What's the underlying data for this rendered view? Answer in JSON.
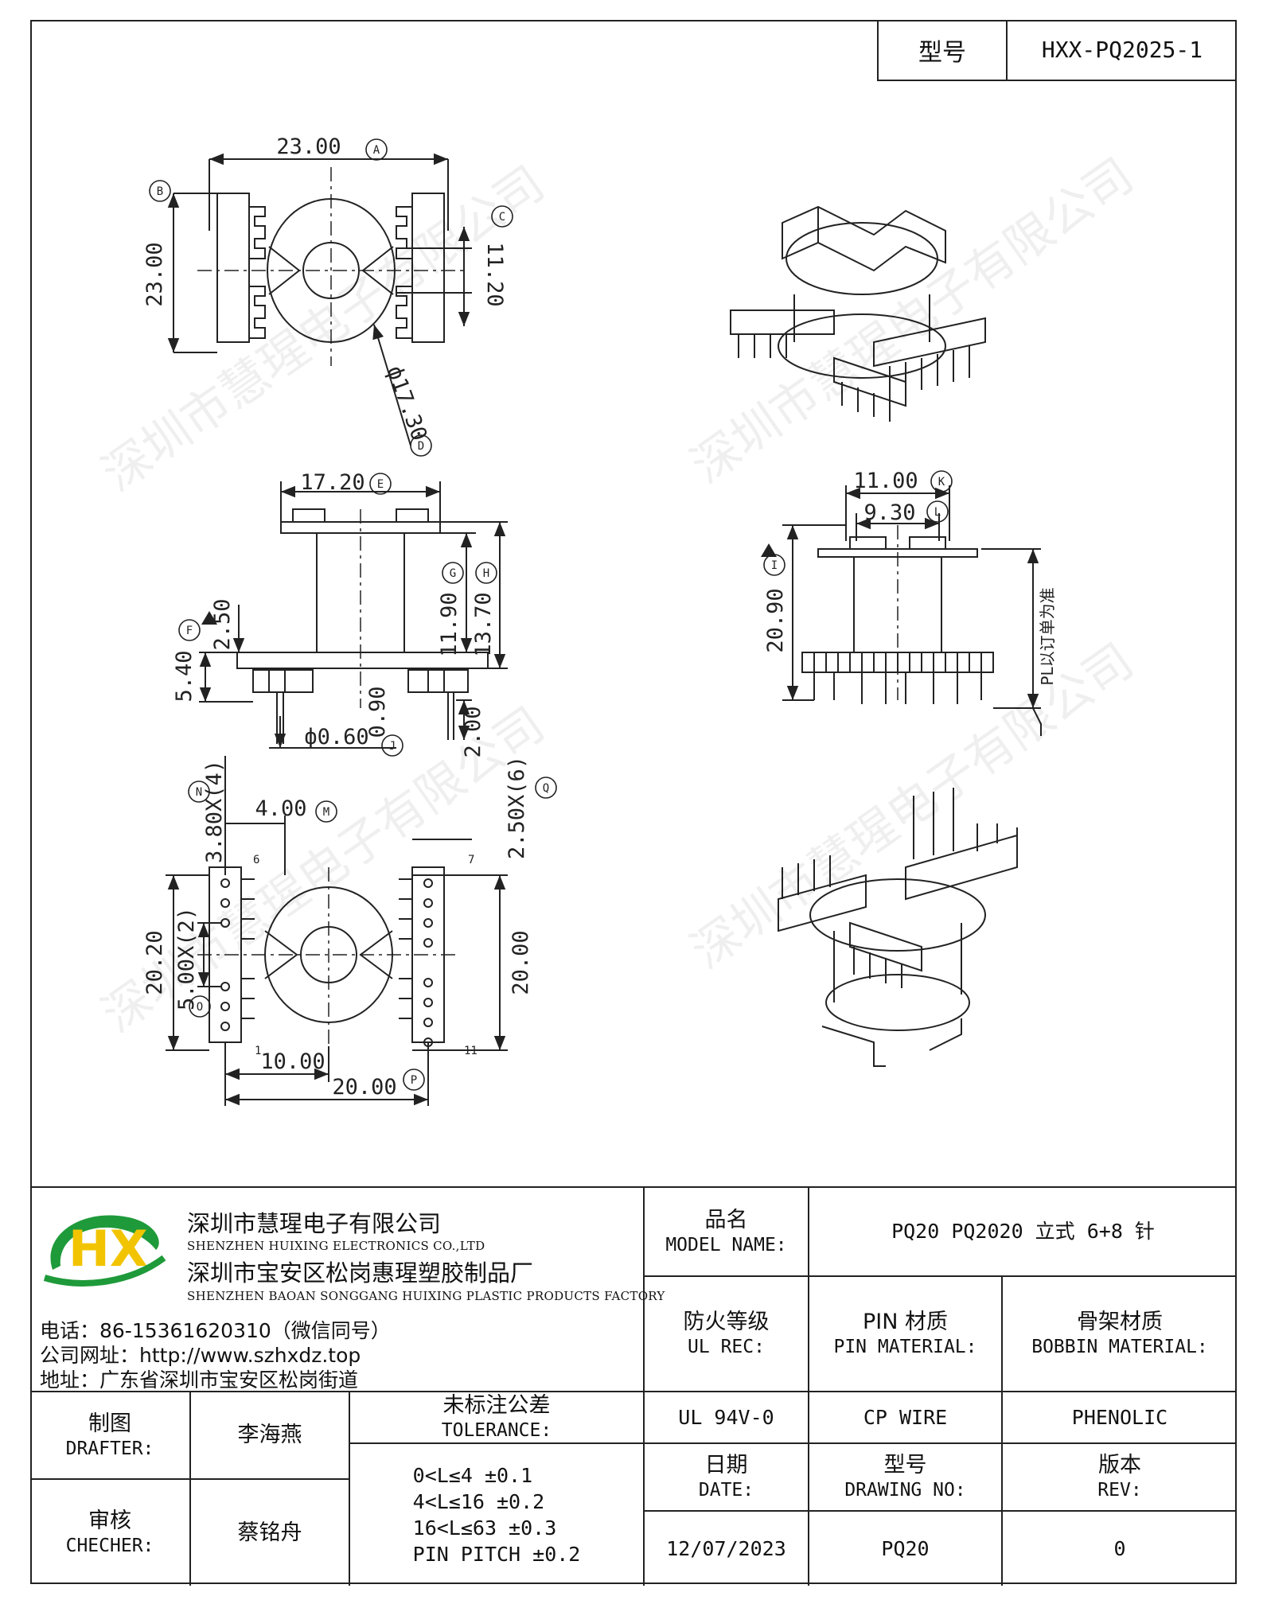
{
  "header": {
    "model_label": "型号",
    "model_value": "HXX-PQ2025-1"
  },
  "top_view": {
    "dims": {
      "A": "23.00",
      "B": "23.00",
      "C": "11.20",
      "D": "ф17.30"
    },
    "tags": {
      "A": "A",
      "B": "B",
      "C": "C",
      "D": "D"
    }
  },
  "side_view": {
    "dims": {
      "E": "17.20",
      "F": "2.50",
      "F2": "5.40",
      "G": "11.90",
      "H": "13.70",
      "J": "ф0.60",
      "K": "0.90",
      "L2": "2.00"
    },
    "tags": {
      "E": "E",
      "F": "F",
      "G": "G",
      "H": "H",
      "J": "J"
    }
  },
  "front_view": {
    "dims": {
      "K": "11.00",
      "L": "9.30",
      "I": "20.90"
    },
    "tags": {
      "K": "K",
      "L": "L",
      "I": "I"
    },
    "note": "PL以订单为准"
  },
  "bottom_view": {
    "dims": {
      "N": "3.80X(4)",
      "M": "4.00",
      "Q": "2.50X(6)",
      "w1": "20.20",
      "O": "5.00X(2)",
      "w2": "20.00",
      "c1": "10.00",
      "P": "20.00"
    },
    "tags": {
      "N": "N",
      "M": "M",
      "Q": "Q",
      "O": "O",
      "P": "P"
    },
    "pins": {
      "p6": "6",
      "p7": "7",
      "p1": "1",
      "p11": "11"
    }
  },
  "watermark": "深圳市慧瑆电子有限公司",
  "company": {
    "name_cn": "深圳市慧瑆电子有限公司",
    "name_en": "SHENZHEN HUIXING ELECTRONICS CO.,LTD",
    "factory_cn": "深圳市宝安区松岗惠瑆塑胶制品厂",
    "factory_en": "SHENZHEN BAOAN SONGGANG HUIXING PLASTIC PRODUCTS FACTORY",
    "phone": "电话：86-15361620310（微信同号）",
    "website": "公司网址：http://www.szhxdz.top",
    "address": "地址：广东省深圳市宝安区松岗街道",
    "logo_text": "HX",
    "logo_colors": {
      "green": "#1f9a3a",
      "yellow": "#f2c400"
    }
  },
  "title_block": {
    "model_name_cn": "品名",
    "model_name_en": "MODEL NAME:",
    "model_name_value": "PQ20 PQ2020 立式 6+8 针",
    "ul_cn": "防火等级",
    "ul_en": "UL REC:",
    "pin_mat_cn": "PIN 材质",
    "pin_mat_en": "PIN MATERIAL:",
    "bobbin_mat_cn": "骨架材质",
    "bobbin_mat_en": "BOBBIN MATERIAL:",
    "ul_value": "UL 94V-0",
    "pin_mat_value": "CP WIRE",
    "bobbin_mat_value": "PHENOLIC",
    "drafter_cn": "制图",
    "drafter_en": "DRAFTER:",
    "drafter_name": "李海燕",
    "checker_cn": "审核",
    "checker_en": "CHECHER:",
    "checker_name": "蔡铭舟",
    "tolerance_cn": "未标注公差",
    "tolerance_en": "TOLERANCE:",
    "tolerance_lines": [
      "0<L≤4  ±0.1",
      "4<L≤16  ±0.2",
      "16<L≤63  ±0.3",
      "PIN PITCH  ±0.2"
    ],
    "date_cn": "日期",
    "date_en": "DATE:",
    "drawing_no_cn": "型号",
    "drawing_no_en": "DRAWING NO:",
    "rev_cn": "版本",
    "rev_en": "REV:",
    "date_value": "12/07/2023",
    "drawing_no_value": "PQ20",
    "rev_value": "0"
  }
}
